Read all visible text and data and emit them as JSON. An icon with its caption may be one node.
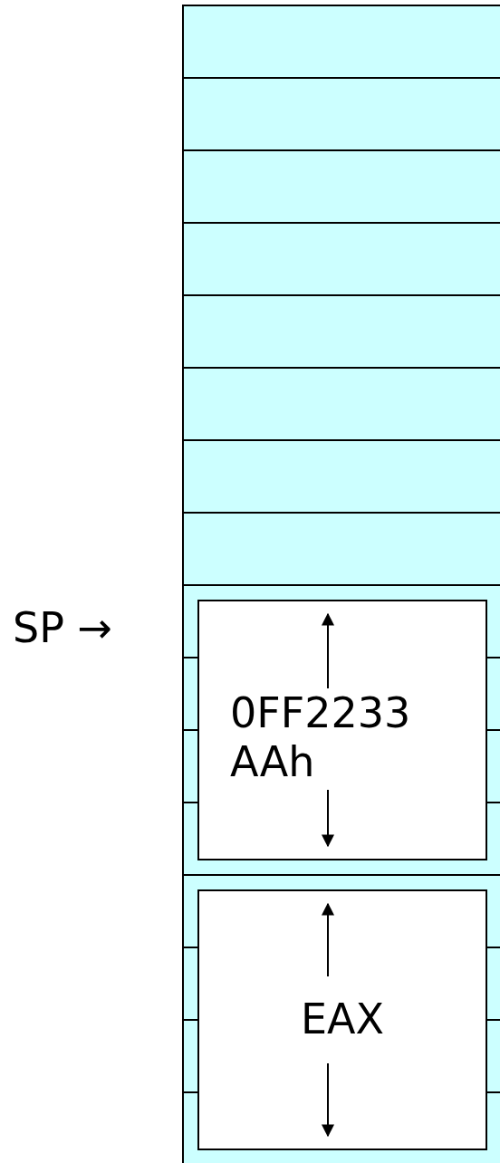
{
  "diagram": {
    "nodes": [
      {
        "text": [
          "0FF2233 AAh"
        ]
      },
      {
        "text": [
          "EAX"
        ]
      }
    ],
    "labels": [
      "SP →"
    ]
  }
}
